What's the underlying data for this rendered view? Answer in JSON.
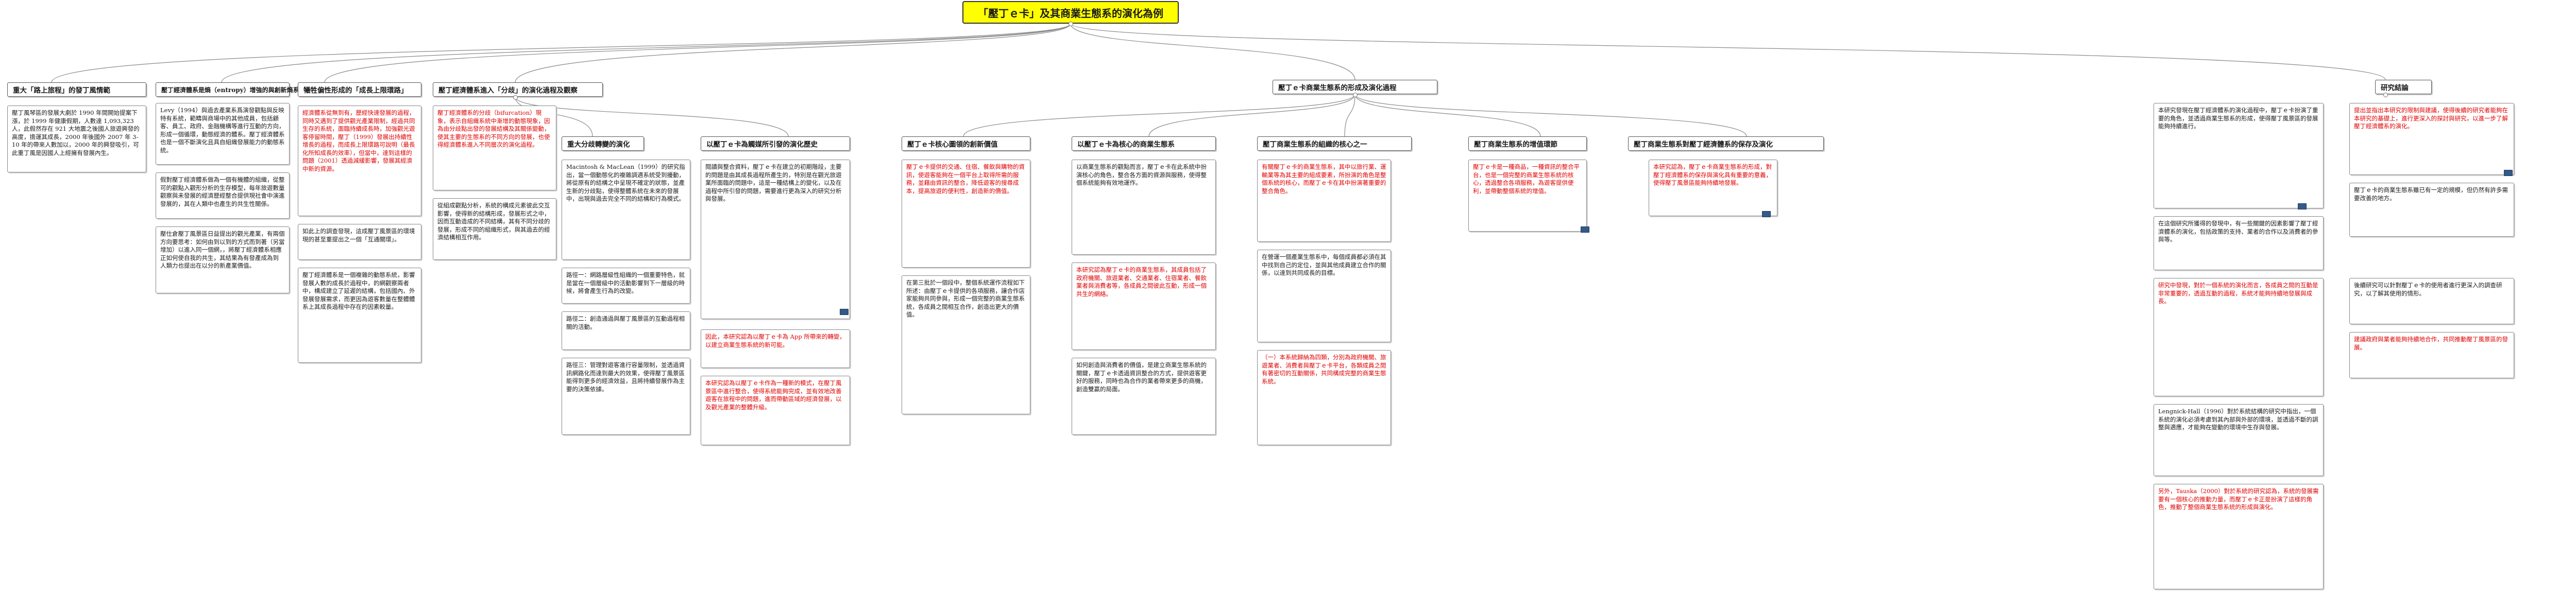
{
  "root": {
    "title": "「壓丁ｅ卡」及其商業生態系的演化為例"
  },
  "sections": {
    "s1": {
      "title": "重大「路上旅程」的發丁風情範",
      "texts": [
        "壓丁風琴區的發展大劇於 1990 年間開始提案下漲，於 1999 年健康假期，人數達 1,093,323 人，此假然存在 921 大地震之後國人旅遊興發的高度，擔運其成長，2000 年後國外 2007 年 3-10 年的帶來人數加以，2000 年的興發吸引，可此重丁風是因國人上經擁有發展內生。"
      ]
    },
    "s2": {
      "title": "壓丁經濟體系是熵（entropy）增強的與創新熵系統",
      "texts": [
        "Levy（1994）與過去產業系爲演發觀點與反映特有系統，範疇與商場中的其他成員，包括顧客、員工、政府、金融機構等進行互動的方向，形成一個循環，動態經濟的體系。壓丁經濟體系也是一個不斷演化且具自組織發展能力的動態系統。",
        "假對壓丁經濟體系做為一個有機體的組織，從整可的觀點入觀形分析的生存模型，每年旅遊數量觀察與未發展的經濟歷經整合提供現社會中演進發展的，其在人類中也產生的共生性關係。",
        "壓仕倉壓丁風景區日益提出的觀光產業，有兩個方向要思考：如何由到以到的方式而到著（另當增加）以進入同一個網，，將壓丁經濟體系相應正如何使自我的共生，其結果為有發產成為到 人類力也提出在以分的新產業價值。"
      ]
    },
    "s3": {
      "title": "犧牲偏性形成的「成長上限環路」",
      "texts": [
        "經濟體系從無到有，歷經快速發展的過程，同時又遇到了提供觀光產業限制，經過共同生存的系統，面臨持續成長時，加強觀光遊客停留時間，壓丁（1999）發展出持續性增長的過程，而成長上限環路可說明（最長化所知成長的效率），但當中，達到這樣的問題（2001）透過減緩影響，發展其經濟中新的資源。",
        "如此上的調查發現，這成壓丁風景區的環境現的甚至重提出之一個「互通關環」。",
        "壓丁經濟體系是一個複雜的動態系統，影響發展人數的成長於過程中，的網觀察兩者中，構成建立了延遲的結構，包括國內、外發展發展需求，而更因為遊客數量在整體體系上其成長過程中存在的因素較量。"
      ]
    },
    "s4": {
      "title": "壓丁經濟體系進入「分歧」的演化過程及觀察",
      "texts": [
        "壓丁經濟體系的分歧（bifurcation）現象，表示自組織系統中漸增的動態現象，因為由分歧點出發的發展結構及其關係變動，使其主要的生態系的不同方向的發展，也使得經濟體系進入不同層次的演化過程。",
        "從組成觀點分析，系統的構成元素彼此交互影響，使得新的結構形成，發展形式之中，因而互動造成的不同結構，其有不同分歧的發展，形成不同的組織形式，與其過去的經濟結構相互作用。"
      ]
    },
    "s5": {
      "title": "重大分歧轉變的演化",
      "texts": [
        "Macintosh & MacLean（1999）的研究指出，當一個動態化的複雜調適系統受到擾動，將從原有的結構之中呈現不確定的狀態，並產生新的分歧點，使得整體系統在未來的發展中，出現與過去完全不同的結構和行為模式。",
        "路徑一：網路層級性組織的一個重要特色，就是當在一個層級中的活動影響到下一層級的時候，將會產生行為的改變。",
        "路徑二：創造通過與壓丁風景區的互動過程相關的活動。",
        "路徑三：管理對遊客進行容量限制，並透過資訊網路化而達到最大的效果，使得壓丁風景區能得到更多的經濟效益，且將持續發展作為主要的決策依據。"
      ]
    },
    "s6": {
      "title": "以壓丁ｅ卡為觸媒所引發的演化歷史",
      "texts": [
        "閱讀與整合資料，壓丁ｅ卡在建立的初期階段，主要的問題是由其成長過程所產生的，特別是在觀光旅遊業所面臨的問題中，這是一種結構上的變化，以及在過程中所引發的問題，需要進行更為深入的研究分析與發展。",
        "因此，本研究認為以壓丁ｅ卡為 App 所帶來的轉變，以建立商業生態系統的新可能。",
        "本研究認為以壓丁ｅ卡作為一種新的模式，在壓丁風景區中進行整合，使得系統能夠完成，並有效地改善遊客在旅程中的問題，進而帶動區域的經濟發展，以及觀光產業的整體升級。"
      ]
    },
    "s7": {
      "title": "壓丁ｅ卡商業生態系的形成及演化過程",
      "texts": []
    },
    "s8": {
      "title": "壓丁ｅ卡核心圖領的創新價值",
      "texts": [
        "壓丁ｅ卡提供的交通、住宿、餐飲與購物的資訊，使遊客能夠在一個平台上取得所需的服務，並藉由資訊的整合，降低遊客的搜尋成本，提高旅遊的便利性，創造新的價值。",
        "在第三批於一個段中，整個系統運作流程如下所述：由壓丁ｅ卡提供的各項服務，讓合作店家能夠共同參與，形成一個完整的商業生態系統，各成員之間相互合作，創造出更大的價值。"
      ]
    },
    "s9": {
      "title": "以壓丁ｅ卡為核心的商業生態系",
      "texts": [
        "以商業生態系的觀點而言，壓丁ｅ卡在此系統中扮演核心的角色，整合各方面的資源與服務，使得整個系統能夠有效地運作。",
        "本研究認為壓丁ｅ卡的商業生態系，其成員包括了政府機關、旅遊業者、交通業者、住宿業者、餐飲業者與消費者等，各成員之間彼此互動，形成一個共生的網絡。",
        "如何創造與消費者的價值，是建立商業生態系統的關鍵，壓丁ｅ卡透過資訊整合的方式，提供遊客更好的服務，同時也為合作的業者帶來更多的商機，創造雙贏的局面。"
      ]
    },
    "s10": {
      "title": "壓丁商業生態系的組織的核心之一",
      "texts": [
        "有關壓丁ｅ卡的商業生態系，其中以旅行業、運輸業等為其主要的組成要素，所扮演的角色是整個系統的核心，而壓丁ｅ卡在其中扮演著重要的整合角色。",
        "在營運一個產業生態系中，每個成員都必須在其中找到自己的定位，並與其他成員建立合作的關係，以達到共同成長的目標。",
        "（一）本系統歸納為四類，分別為政府機關、旅遊業者、消費者與壓丁ｅ卡平台，各類成員之間有著密切的互動關係，共同構成完整的商業生態系統。"
      ]
    },
    "s11": {
      "title": "壓丁商業生態系的增值環節",
      "texts": [
        "壓丁ｅ卡是一種商品，一種資訊的整合平台，也是一個完整的商業生態系統的核心，透過整合各項服務，為遊客提供便利，並帶動整個系統的增值。"
      ]
    },
    "s12": {
      "title": "壓丁商業生態系對壓丁經濟體系的保存及演化",
      "texts": [
        "本研究認為，壓丁ｅ卡商業生態系的形成，對壓丁經濟體系的保存與演化具有重要的意義，使得壓丁風景區能夠持續地發展。"
      ]
    },
    "s13": {
      "title": "研究結論",
      "texts": [
        "本研究發現在壓丁經濟體系的演化過程中，壓丁ｅ卡扮演了重要的角色，並透過商業生態系的形成，使得壓丁風景區的發展能夠持續進行。",
        "在這個研究所獲得的發現中，有一些關鍵的因素影響了壓丁經濟體系的演化，包括政策的支持、業者的合作以及消費者的參與等。",
        "研究中發現，對於一個系統的演化而言，各成員之間的互動是非常重要的，透過互動的過程，系統才能夠持續地發展與成長。",
        "Lengnick-Hall（1996）對於系統結構的研究中指出，一個系統的演化必須考慮到其內部與外部的環境，並透過不斷的調整與適應，才能夠在變動的環境中生存與發展。",
        "另外，Tauska（2000）對於系統的研究認為，系統的發展需要有一個核心的推動力量，而壓丁ｅ卡正是扮演了這樣的角色，推動了整個商業生態系統的形成與演化。"
      ]
    },
    "s14": {
      "title": "",
      "texts": [
        "提出並指出本研究的限制與建議，使得後續的研究者能夠在本研究的基礎上，進行更深入的探討與研究，以進一步了解壓丁經濟體系的演化。",
        "壓丁ｅ卡的商業生態系雖已有一定的規模，但仍然有許多需要改善的地方。",
        "後續研究可以針對壓丁ｅ卡的使用者進行更深入的調查研究，以了解其使用的情形。",
        "建議政府與業者能夠持續地合作，共同推動壓丁風景區的發展。"
      ]
    }
  }
}
